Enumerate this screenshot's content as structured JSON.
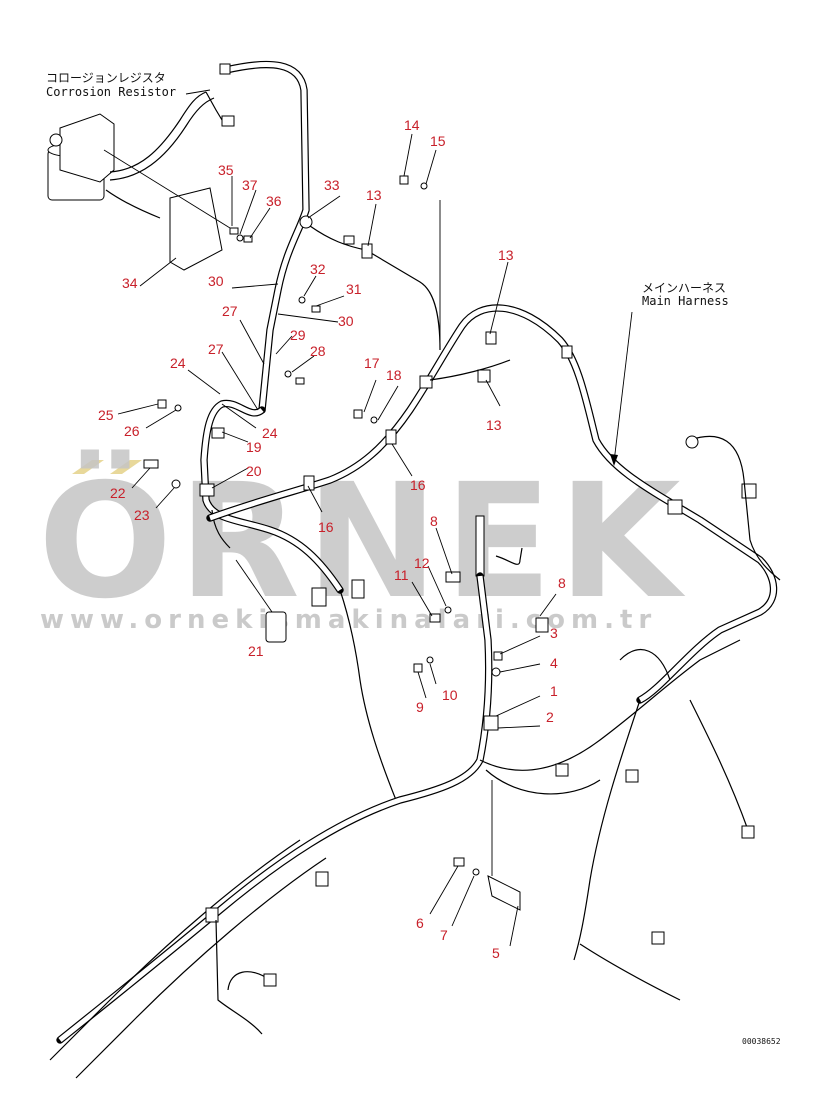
{
  "watermark": {
    "brand": "ÖRNEK",
    "url": "www.ornekismakinalari.com.tr",
    "color": "#c4c4c4",
    "accent_color": "#e8d89a"
  },
  "annotations": {
    "corrosion_resistor_jp": "コロージョンレジスタ",
    "corrosion_resistor_en": "Corrosion Resistor",
    "main_harness_jp": "メインハーネス",
    "main_harness_en": "Main Harness"
  },
  "document_number": "00038652",
  "callouts": [
    {
      "id": "c35",
      "text": "35"
    },
    {
      "id": "c37",
      "text": "37"
    },
    {
      "id": "c36",
      "text": "36"
    },
    {
      "id": "c33",
      "text": "33"
    },
    {
      "id": "c13a",
      "text": "13"
    },
    {
      "id": "c14",
      "text": "14"
    },
    {
      "id": "c15",
      "text": "15"
    },
    {
      "id": "c13b",
      "text": "13"
    },
    {
      "id": "c34",
      "text": "34"
    },
    {
      "id": "c30a",
      "text": "30"
    },
    {
      "id": "c32",
      "text": "32"
    },
    {
      "id": "c31",
      "text": "31"
    },
    {
      "id": "c30b",
      "text": "30"
    },
    {
      "id": "c27a",
      "text": "27"
    },
    {
      "id": "c29",
      "text": "29"
    },
    {
      "id": "c27b",
      "text": "27"
    },
    {
      "id": "c28",
      "text": "28"
    },
    {
      "id": "c17",
      "text": "17"
    },
    {
      "id": "c18",
      "text": "18"
    },
    {
      "id": "c24a",
      "text": "24"
    },
    {
      "id": "c13c",
      "text": "13"
    },
    {
      "id": "c25",
      "text": "25"
    },
    {
      "id": "c26",
      "text": "26"
    },
    {
      "id": "c24b",
      "text": "24"
    },
    {
      "id": "c19",
      "text": "19"
    },
    {
      "id": "c20",
      "text": "20"
    },
    {
      "id": "c16a",
      "text": "16"
    },
    {
      "id": "c22",
      "text": "22"
    },
    {
      "id": "c23",
      "text": "23"
    },
    {
      "id": "c16b",
      "text": "16"
    },
    {
      "id": "c8a",
      "text": "8"
    },
    {
      "id": "c12",
      "text": "12"
    },
    {
      "id": "c11",
      "text": "11"
    },
    {
      "id": "c8b",
      "text": "8"
    },
    {
      "id": "c21",
      "text": "21"
    },
    {
      "id": "c3",
      "text": "3"
    },
    {
      "id": "c4",
      "text": "4"
    },
    {
      "id": "c10",
      "text": "10"
    },
    {
      "id": "c1",
      "text": "1"
    },
    {
      "id": "c9",
      "text": "9"
    },
    {
      "id": "c2",
      "text": "2"
    },
    {
      "id": "c6",
      "text": "6"
    },
    {
      "id": "c7",
      "text": "7"
    },
    {
      "id": "c5",
      "text": "5"
    }
  ]
}
